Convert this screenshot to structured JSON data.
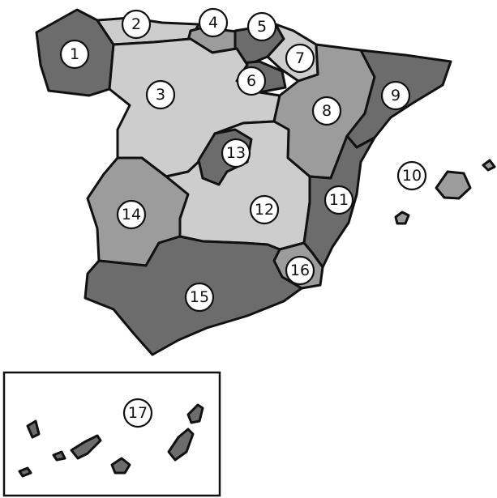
{
  "map": {
    "regions": [
      {
        "label": "1",
        "shade": "dark"
      },
      {
        "label": "2",
        "shade": "light"
      },
      {
        "label": "3",
        "shade": "light"
      },
      {
        "label": "4",
        "shade": "mid"
      },
      {
        "label": "5",
        "shade": "dark"
      },
      {
        "label": "6",
        "shade": "dark"
      },
      {
        "label": "7",
        "shade": "light"
      },
      {
        "label": "8",
        "shade": "mid"
      },
      {
        "label": "9",
        "shade": "dark"
      },
      {
        "label": "10",
        "shade": "mid"
      },
      {
        "label": "11",
        "shade": "dark"
      },
      {
        "label": "12",
        "shade": "light"
      },
      {
        "label": "13",
        "shade": "dark"
      },
      {
        "label": "14",
        "shade": "mid"
      },
      {
        "label": "15",
        "shade": "dark"
      },
      {
        "label": "16",
        "shade": "mid"
      },
      {
        "label": "17",
        "shade": "dark"
      }
    ],
    "colors": {
      "dark": "#6c6c6c",
      "mid": "#9c9c9c",
      "light": "#cdcdcd",
      "outline": "#111111"
    }
  }
}
